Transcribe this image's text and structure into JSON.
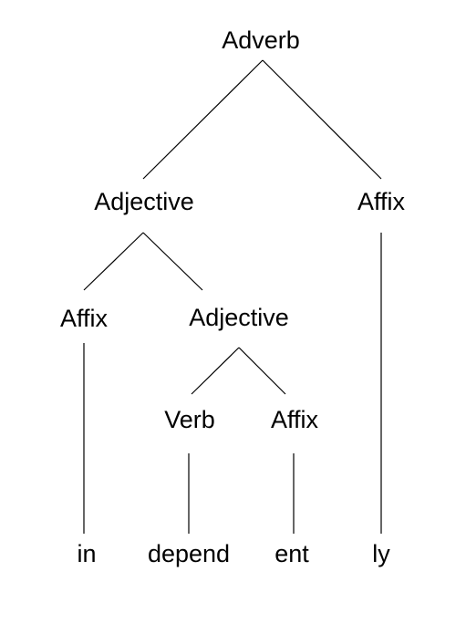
{
  "tree": {
    "root": {
      "label": "Adverb"
    },
    "root_adjective": {
      "label": "Adjective"
    },
    "root_affix": {
      "label": "Affix"
    },
    "prefix_affix": {
      "label": "Affix"
    },
    "inner_adjective": {
      "label": "Adjective"
    },
    "verb": {
      "label": "Verb"
    },
    "suffix_affix": {
      "label": "Affix"
    },
    "leaves": {
      "in": "in",
      "depend": "depend",
      "ent": "ent",
      "ly": "ly"
    }
  },
  "colors": {
    "line": "#000000",
    "text": "#000000",
    "background": "#ffffff"
  }
}
